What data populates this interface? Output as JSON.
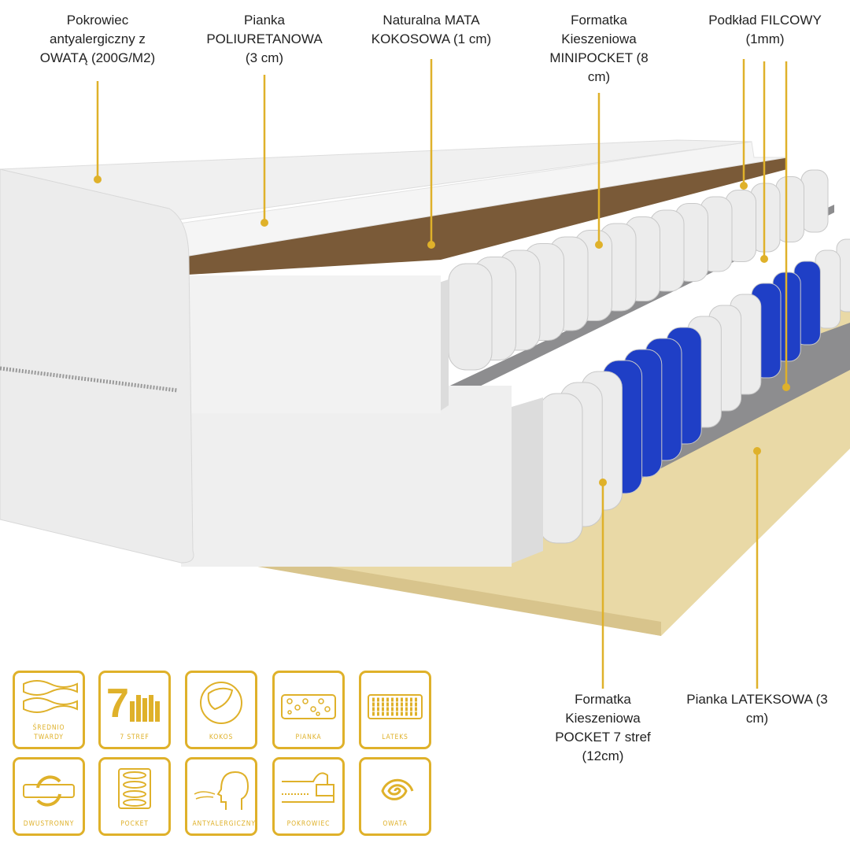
{
  "colors": {
    "gold": "#dfb12a",
    "coconut": "#7a5a38",
    "latex": "#e9d9a6",
    "felt": "#8d8d8f",
    "spring_white": "#ececec",
    "spring_blue": "#1f3fc6"
  },
  "labels": [
    {
      "id": "cover",
      "text": "Pokrowiec antyalergiczny z OWATĄ (200G/M2)"
    },
    {
      "id": "pu-foam",
      "text": "Pianka POLIURETANOWA (3 cm)"
    },
    {
      "id": "coconut",
      "text": "Naturalna MATA KOKOSOWA (1 cm)"
    },
    {
      "id": "minipocket",
      "text": "Formatka Kieszeniowa MINIPOCKET (8 cm)"
    },
    {
      "id": "felt",
      "text": "Podkład FILCOWY (1mm)"
    },
    {
      "id": "pocket",
      "text": "Formatka Kieszeniowa POCKET 7 stref (12cm)"
    },
    {
      "id": "latex",
      "text": "Pianka LATEKSOWA (3 cm)"
    }
  ],
  "icons": [
    {
      "name": "medium-firm-icon",
      "line1": "ŚREDNIO",
      "line2": "TWARDY"
    },
    {
      "name": "seven-zones-icon",
      "line1": "7 STREF",
      "line2": "",
      "big": "7"
    },
    {
      "name": "coconut-icon",
      "line1": "KOKOS",
      "line2": ""
    },
    {
      "name": "foam-icon",
      "line1": "PIANKA",
      "line2": ""
    },
    {
      "name": "latex-icon",
      "line1": "LATEKS",
      "line2": ""
    },
    {
      "name": "double-sided-icon",
      "line1": "DWUSTRONNY",
      "line2": ""
    },
    {
      "name": "pocket-spring-icon",
      "line1": "POCKET",
      "line2": ""
    },
    {
      "name": "antiallergic-icon",
      "line1": "ANTYALERGICZNY",
      "line2": ""
    },
    {
      "name": "cover-icon",
      "line1": "POKROWIEC",
      "line2": ""
    },
    {
      "name": "wadding-icon",
      "line1": "OWATA",
      "line2": ""
    }
  ]
}
